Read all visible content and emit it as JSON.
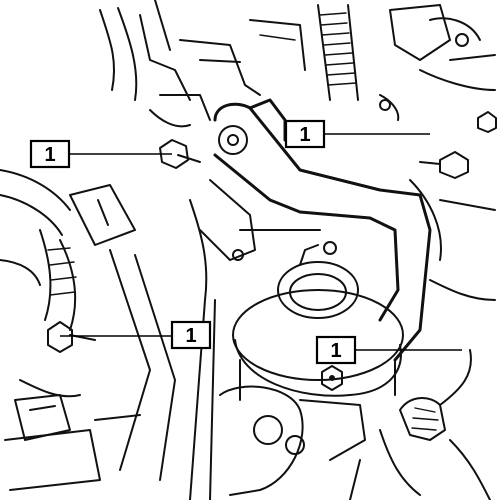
{
  "callouts": [
    {
      "id": "c1",
      "label": "1"
    },
    {
      "id": "c2",
      "label": "1"
    },
    {
      "id": "c3",
      "label": "1"
    },
    {
      "id": "c4",
      "label": "1"
    }
  ],
  "colors": {
    "line": "#111111",
    "background": "#ffffff"
  },
  "icon": "engine-mount-bracket-illustration"
}
